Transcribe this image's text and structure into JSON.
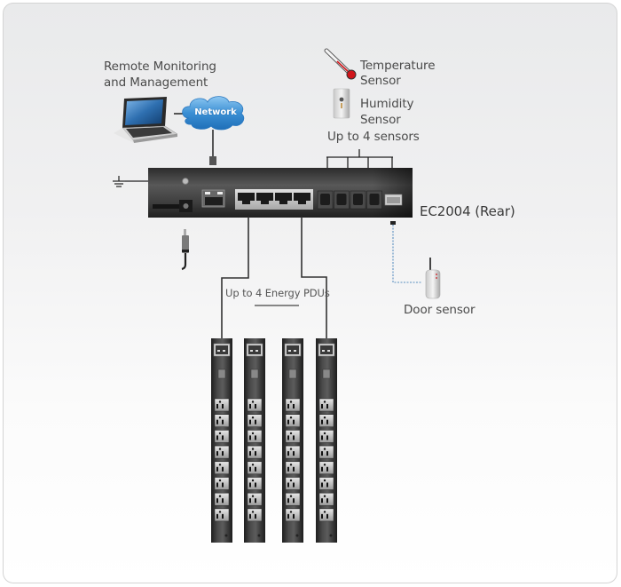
{
  "diagram": {
    "remote_label_line1": "Remote Monitoring",
    "remote_label_line2": "and Management",
    "network_label": "Network",
    "temperature_label_line1": "Temperature",
    "temperature_label_line2": "Sensor",
    "humidity_label_line1": "Humidity",
    "humidity_label_line2": "Sensor",
    "sensors_note": "Up to 4 sensors",
    "device_label": "EC2004 (Rear)",
    "door_sensor_label": "Door sensor",
    "pdu_note": "Up to 4 Energy PDUs",
    "pdu_count": 4,
    "outlets_per_pdu": 8,
    "lan_port_count": 4,
    "sensor_port_count": 4,
    "colors": {
      "device_body": "#3a3a3a",
      "cloud": "#3b8fd4",
      "door_line": "#5a8fc0",
      "thermometer_bulb": "#d0151b"
    }
  }
}
